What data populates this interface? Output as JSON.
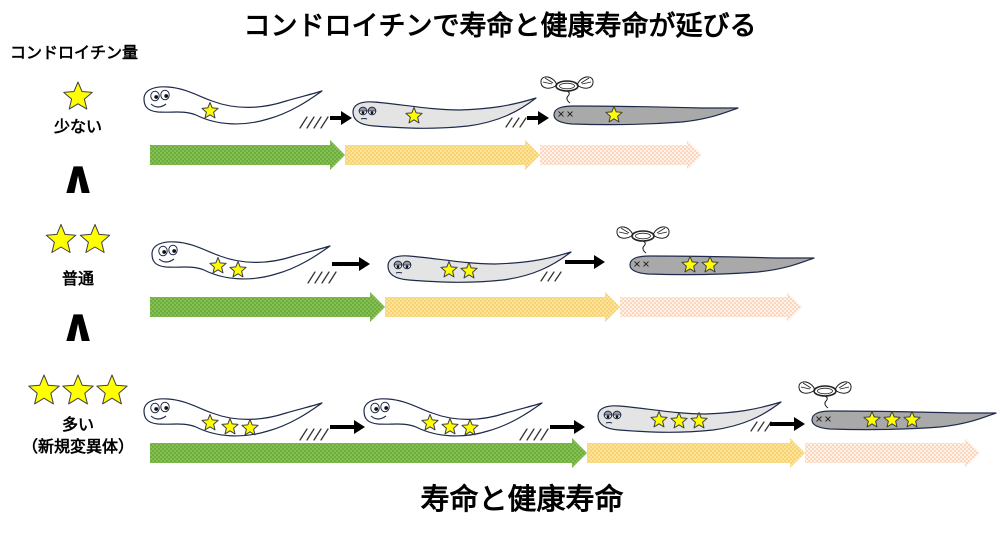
{
  "title": "コンドロイチンで寿命と健康寿命が延びる",
  "legend_heading": "コンドロイチン量",
  "comparison_symbol": "∧",
  "footer_label": "寿命と健康寿命",
  "rows": [
    {
      "label": "少ない",
      "star_count": 1,
      "worms": [
        "worm-healthy-icon",
        "worm-tired-icon",
        "worm-dead-icon"
      ]
    },
    {
      "label": "普通",
      "star_count": 2,
      "worms": [
        "worm-healthy-icon",
        "worm-tired-icon",
        "worm-dead-icon"
      ]
    },
    {
      "label": "多い",
      "sublabel": "（新規変異体）",
      "star_count": 3,
      "worms": [
        "worm-healthy-icon",
        "worm-healthy-icon",
        "worm-tired-icon",
        "worm-dead-icon"
      ]
    }
  ],
  "icons": {
    "level": "star-icon",
    "transition": "arrow-right-icon",
    "death": "angel-halo-icon",
    "movement": "motion-lines-icon"
  },
  "colors": {
    "star": "#FFFF00",
    "star_outline": "#404040",
    "outline": "#1E2A4A",
    "worm_healthy": "#FFFFFF",
    "worm_tired": "#E4E4E4",
    "worm_dead": "#A9A9A9",
    "phase_healthy": "#6DAE3C",
    "phase_healthy_dots": "#A3D473",
    "phase_declining": "#FBE39B",
    "phase_declining_dots": "#F4C23A",
    "phase_final": "#FFF2E8",
    "phase_final_dots": "#F6B48C",
    "arrow": "#000000"
  }
}
